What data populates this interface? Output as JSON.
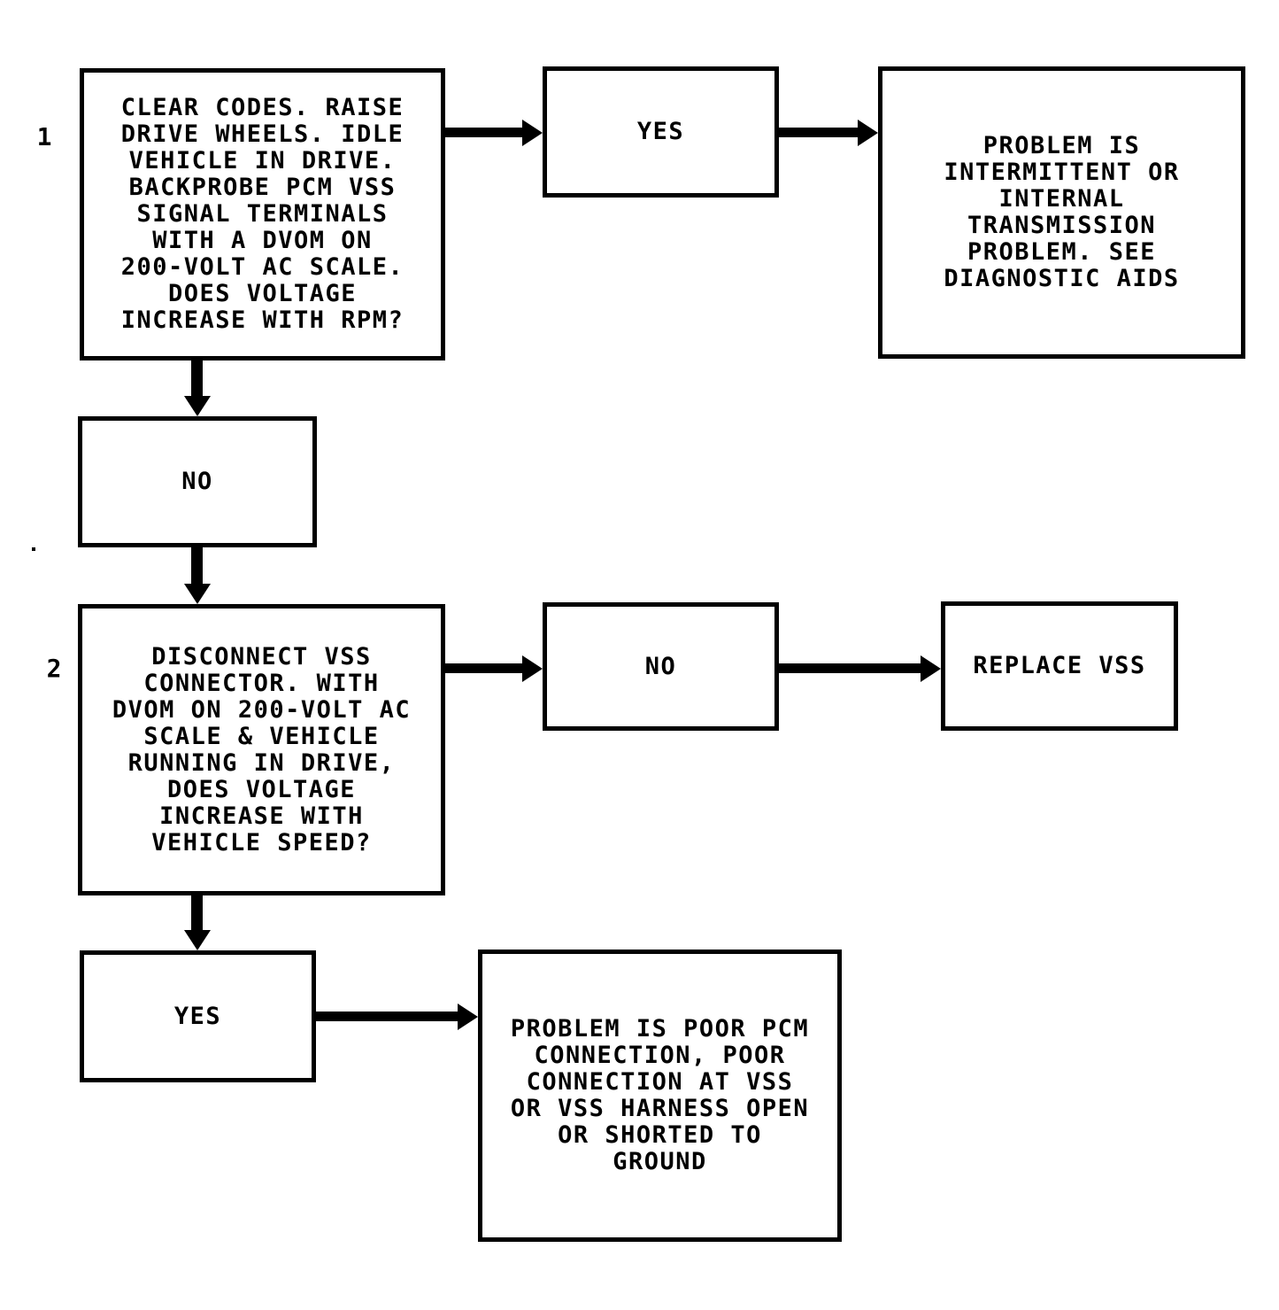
{
  "colors": {
    "line": "#000000",
    "background": "#ffffff"
  },
  "step_markers": {
    "step1": "1",
    "step2": "2"
  },
  "nodes": {
    "step1_question": "CLEAR CODES. RAISE\nDRIVE WHEELS. IDLE\nVEHICLE IN DRIVE.\nBACKPROBE PCM VSS\nSIGNAL TERMINALS\nWITH A DVOM ON\n200-VOLT AC SCALE.\nDOES VOLTAGE\nINCREASE WITH RPM?",
    "step1_yes": "YES",
    "step1_yes_result": "PROBLEM IS\nINTERMITTENT OR\nINTERNAL\nTRANSMISSION\nPROBLEM. SEE\nDIAGNOSTIC AIDS",
    "step1_no": "NO",
    "step2_question": "DISCONNECT VSS\nCONNECTOR. WITH\nDVOM ON 200-VOLT AC\nSCALE & VEHICLE\nRUNNING IN DRIVE,\nDOES VOLTAGE\nINCREASE WITH\nVEHICLE SPEED?",
    "step2_no": "NO",
    "step2_no_result": "REPLACE VSS",
    "step2_yes": "YES",
    "step2_yes_result": "PROBLEM IS POOR PCM\nCONNECTION, POOR\nCONNECTION AT VSS\nOR VSS HARNESS OPEN\nOR SHORTED TO\nGROUND"
  }
}
